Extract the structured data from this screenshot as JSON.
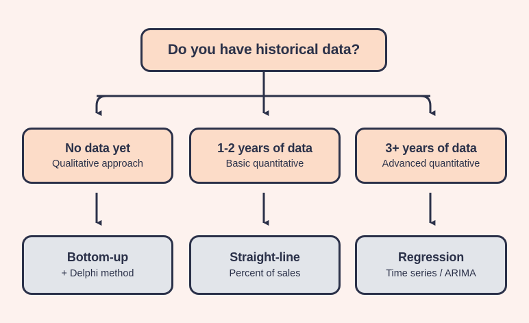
{
  "diagram": {
    "title_text": "Do you have historical data?",
    "background_color": "#fdf2ee",
    "stroke_color": "#2b3149",
    "peach_fill": "#fcdcc8",
    "gray_fill": "#e2e5ea"
  },
  "root": {
    "label": "Do you have historical data?"
  },
  "branches": [
    {
      "condition_title": "No data yet",
      "condition_sub": "Qualitative approach",
      "method_title": "Bottom-up",
      "method_sub": "+ Delphi method"
    },
    {
      "condition_title": "1-2 years of data",
      "condition_sub": "Basic quantitative",
      "method_title": "Straight-line",
      "method_sub": "Percent of sales"
    },
    {
      "condition_title": "3+ years of data",
      "condition_sub": "Advanced quantitative",
      "method_title": "Regression",
      "method_sub": "Time series / ARIMA"
    }
  ]
}
